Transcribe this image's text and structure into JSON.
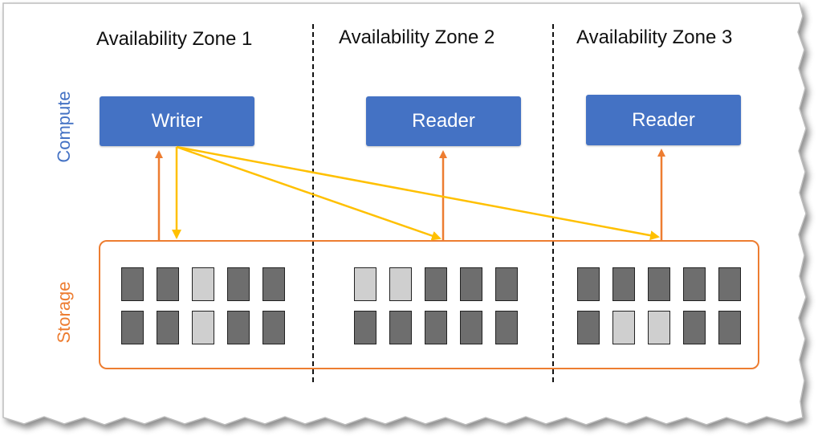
{
  "colors": {
    "compute_node": "#4472C4",
    "compute_label": "#4472C4",
    "storage_label": "#ED7D31",
    "storage_border": "#ED7D31",
    "read_arrow": "#ED7D31",
    "write_arrow": "#FFC000",
    "block_dark": "#6E6E6E",
    "block_light": "#CFCFCF"
  },
  "labels": {
    "compute": "Compute",
    "storage": "Storage"
  },
  "zones": [
    {
      "title": "Availability Zone 1",
      "node": "Writer",
      "blocks": [
        [
          "dark",
          "dark",
          "light",
          "dark",
          "dark"
        ],
        [
          "dark",
          "dark",
          "light",
          "dark",
          "dark"
        ]
      ]
    },
    {
      "title": "Availability Zone 2",
      "node": "Reader",
      "blocks": [
        [
          "light",
          "light",
          "dark",
          "dark",
          "dark"
        ],
        [
          "dark",
          "dark",
          "dark",
          "dark",
          "dark"
        ]
      ]
    },
    {
      "title": "Availability Zone 3",
      "node": "Reader",
      "blocks": [
        [
          "dark",
          "dark",
          "dark",
          "dark",
          "dark"
        ],
        [
          "dark",
          "light",
          "light",
          "dark",
          "dark"
        ]
      ]
    }
  ]
}
